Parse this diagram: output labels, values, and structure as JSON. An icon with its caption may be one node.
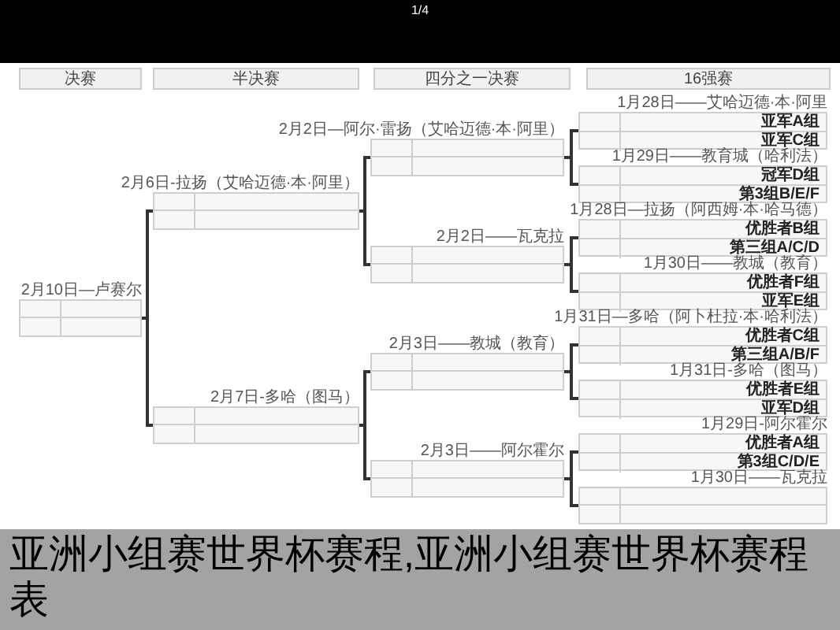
{
  "diagram": {
    "caption": "亚洲小组赛世界杯赛程,亚洲小组赛世界杯赛程表",
    "nodes": [
      {
        "text": [
          "决赛"
        ]
      },
      {
        "text": [
          "半决赛"
        ]
      },
      {
        "text": [
          "四分之一决赛"
        ]
      },
      {
        "text": [
          "16强赛"
        ]
      },
      {
        "text": [
          "2月10日—卢赛尔"
        ]
      },
      {
        "text": [
          "2月6日-拉扬（艾哈迈德·本·阿里）"
        ]
      },
      {
        "text": [
          "2月7日-多哈（图马）"
        ]
      },
      {
        "text": [
          "2月2日—阿尔·雷扬（艾哈迈德·本·阿里）"
        ]
      },
      {
        "text": [
          "2月2日——瓦克拉"
        ]
      },
      {
        "text": [
          "2月3日——教城（教育）"
        ]
      },
      {
        "text": [
          "2月3日——阿尔霍尔"
        ]
      },
      {
        "text": [
          "1月28日——艾哈迈德·本·阿里",
          "亚军A组",
          "亚军C组"
        ]
      },
      {
        "text": [
          "1月29日——教育城（哈利法）",
          "冠军D组",
          "第3组B/E/F"
        ]
      },
      {
        "text": [
          "1月28日—拉扬（阿西姆·本·哈马德）",
          "优胜者B组",
          "第三组A/C/D"
        ]
      },
      {
        "text": [
          "1月30日——教城（教育）",
          "优胜者F组",
          "亚军E组"
        ]
      },
      {
        "text": [
          "1月31日—多哈（阿卜杜拉·本·哈利法）",
          "优胜者C组",
          "第三组A/B/F"
        ]
      },
      {
        "text": [
          "1月31日-多哈（图马）",
          "优胜者E组",
          "亚军D组"
        ]
      },
      {
        "text": [
          "1月29日-阿尔霍尔",
          "优胜者A组",
          "第3组C/D/E"
        ]
      },
      {
        "text": [
          "1月30日——瓦克拉"
        ]
      }
    ],
    "edges": [
      {
        "from": 11,
        "to": 7,
        "arrow": "none"
      },
      {
        "from": 12,
        "to": 7,
        "arrow": "none"
      },
      {
        "from": 13,
        "to": 8,
        "arrow": "none"
      },
      {
        "from": 14,
        "to": 8,
        "arrow": "none"
      },
      {
        "from": 15,
        "to": 9,
        "arrow": "none"
      },
      {
        "from": 16,
        "to": 9,
        "arrow": "none"
      },
      {
        "from": 17,
        "to": 10,
        "arrow": "none"
      },
      {
        "from": 18,
        "to": 10,
        "arrow": "none"
      },
      {
        "from": 7,
        "to": 5,
        "arrow": "none"
      },
      {
        "from": 8,
        "to": 5,
        "arrow": "none"
      },
      {
        "from": 9,
        "to": 6,
        "arrow": "none"
      },
      {
        "from": 10,
        "to": 6,
        "arrow": "none"
      },
      {
        "from": 5,
        "to": 4,
        "arrow": "none"
      },
      {
        "from": 6,
        "to": 4,
        "arrow": "none"
      }
    ],
    "labels": [
      "1/4"
    ]
  }
}
